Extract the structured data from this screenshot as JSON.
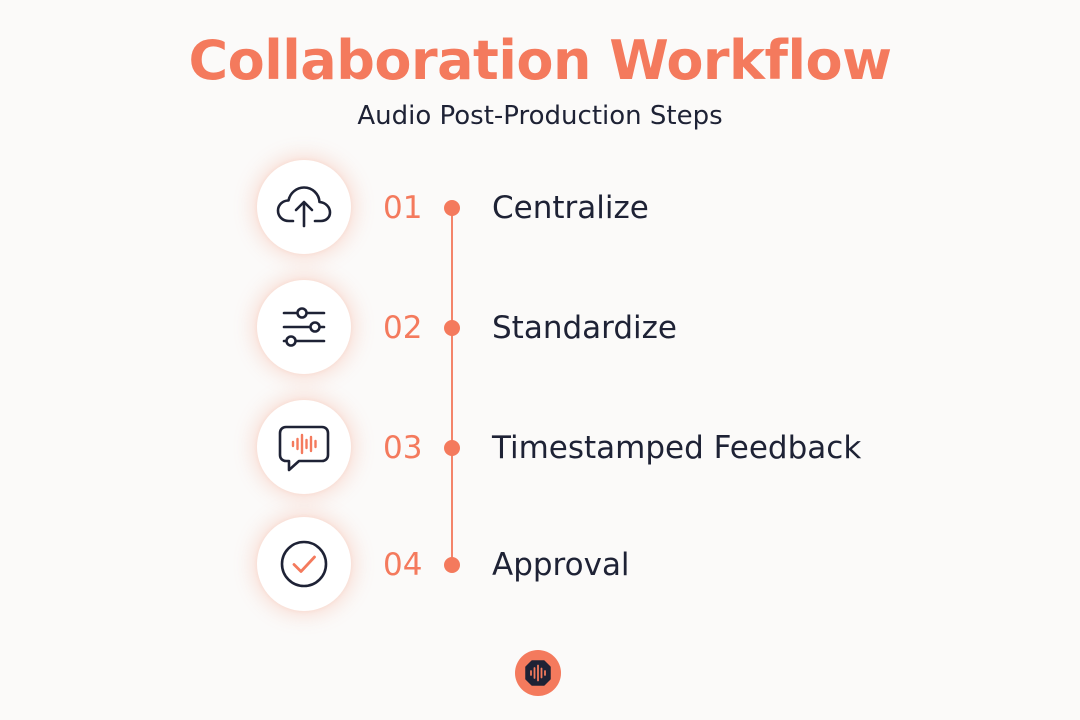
{
  "title": "Collaboration Workflow",
  "subtitle": "Audio Post-Production Steps",
  "steps": [
    {
      "number": "01",
      "label": "Centralize",
      "icon": "cloud-upload-icon"
    },
    {
      "number": "02",
      "label": "Standardize",
      "icon": "sliders-icon"
    },
    {
      "number": "03",
      "label": "Timestamped Feedback",
      "icon": "audio-comment-icon"
    },
    {
      "number": "04",
      "label": "Approval",
      "icon": "check-circle-icon"
    }
  ],
  "logo": {
    "icon": "waveform-logo-icon"
  },
  "colors": {
    "accent": "#f47a5d",
    "text": "#1e2235",
    "background": "#fbfaf9"
  }
}
